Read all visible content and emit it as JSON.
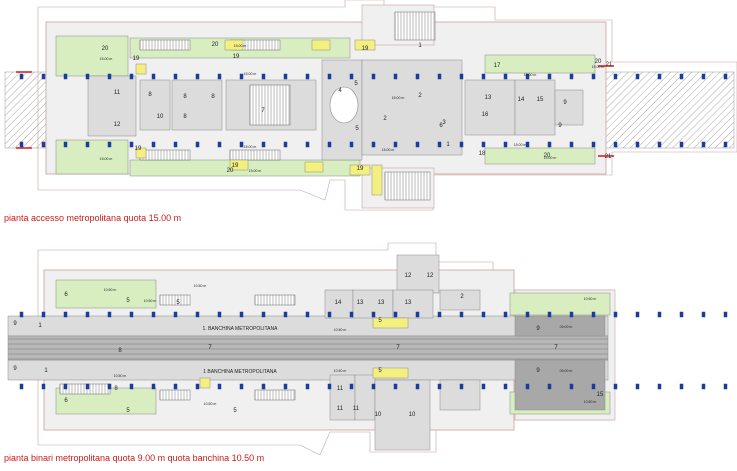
{
  "captions": {
    "top": "pianta accesso metropolitana quota 15.00 m",
    "bottom": "pianta binari metropolitana quota 9.00 m quota banchina 10.50 m"
  },
  "platform_labels": {
    "upper": "1. BANCHINA METROPOLITANA",
    "lower": "1 BANCHINA METROPOLITANA"
  },
  "top_plan": {
    "room_numbers": [
      "20",
      "20",
      "19",
      "19",
      "19",
      "11",
      "8",
      "8",
      "8",
      "10",
      "8",
      "12",
      "5",
      "2",
      "2",
      "3",
      "1",
      "17",
      "13",
      "14",
      "15",
      "9",
      "16",
      "20",
      "20",
      "21",
      "21",
      "18",
      "19",
      "19",
      "19",
      "20",
      "7",
      "1",
      "4",
      "5",
      "6",
      "9"
    ],
    "level_tags": [
      "15.00 m",
      "15.00 m",
      "15.00 m",
      "15.00 m",
      "15.00 m",
      "15.00 m",
      "15.00 m",
      "15.00 m",
      "15.00 m",
      "15.00 m",
      "15.00 m",
      "15.00 m"
    ]
  },
  "bottom_plan": {
    "room_numbers": [
      "12",
      "12",
      "14",
      "13",
      "13",
      "13",
      "2",
      "6",
      "5",
      "5",
      "1",
      "5",
      "8",
      "7",
      "7",
      "7",
      "9",
      "9",
      "5",
      "8",
      "6",
      "5",
      "5",
      "11",
      "11",
      "11",
      "10",
      "10",
      "1",
      "9",
      "9",
      "15"
    ],
    "level_tags": [
      "10.50 m",
      "10.50 m",
      "10.50 m",
      "10.50 m",
      "10.50 m",
      "10.50 m",
      "10.50 m",
      "09.00 m",
      "09.00 m",
      "10.50 m",
      "10.50 m"
    ]
  },
  "colors": {
    "caption": "#cc1a1a",
    "room_fill": "#dcdcdc",
    "service_fill": "#f0f0f0",
    "green_fill": "#d8eec0",
    "yellow_fill": "#f4f080",
    "column": "#1a3c9c",
    "track": "#9a9a9a",
    "outline": "#c9a0a0",
    "hatch": "#a8a8a8"
  }
}
